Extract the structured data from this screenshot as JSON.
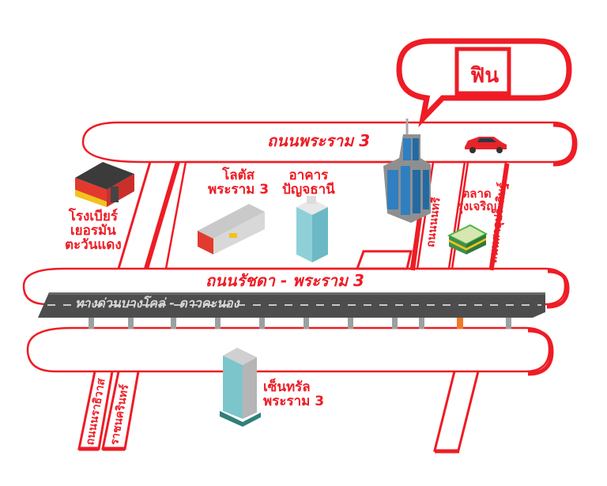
{
  "map": {
    "brand": {
      "logo_text": "ฟิน",
      "color": "#ee1c25"
    },
    "roads": {
      "rama3": "ถนนพระราม 3",
      "ratchada_rama3": "ถนนรัชดา - พระราม 3",
      "expressway": "ทางด่วนบางโคล่ - ดาวคะนอง",
      "nonsi": "ถนนนนทรี",
      "sathu_pradit": "ถนนสาธุประดิษฐ์",
      "nara_thiwat": "ถนนนราธิวาส",
      "ratchanakharin": "ราชนครินทร์"
    },
    "places": {
      "brewery": [
        "โรงเบียร์",
        "เยอรมัน",
        "ตะวันแดง"
      ],
      "lotus": [
        "โลตัส",
        "พระราม 3"
      ],
      "panjathani": [
        "อาคาร",
        "ปัญจธานี"
      ],
      "market": [
        "ตลาด",
        "รุ่งเจริญ"
      ],
      "central": [
        "เซ็นทรัล",
        "พระราม 3"
      ]
    },
    "icons": {
      "car": "car-icon",
      "tower": "pinn-tower-icon",
      "brewery": "brewery-building-icon",
      "lotus": "lotus-mall-icon",
      "panjathani": "office-tower-icon",
      "market": "market-building-icon",
      "central": "central-mall-tower-icon"
    },
    "colors": {
      "road_outline": "#ee1c25",
      "expressway": "#4d4d4d",
      "expressway_dash": "#c8c8c8"
    }
  }
}
